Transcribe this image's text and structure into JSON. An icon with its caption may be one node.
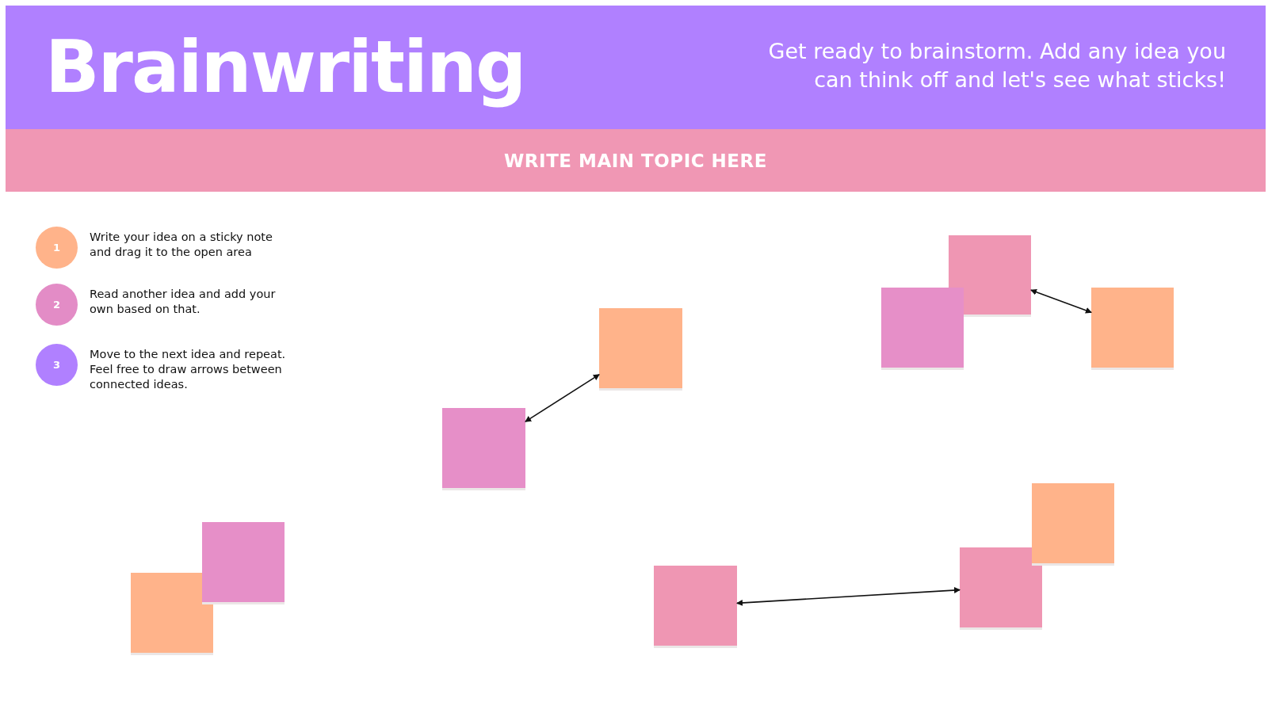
{
  "diagram": {
    "title": "Brainwriting",
    "nodes": [
      {
        "text": [
          "WRITE MAIN TOPIC HERE"
        ]
      },
      {
        "text": [
          "1"
        ],
        "beside": [
          "Write your idea on a sticky note and drag it to the open area"
        ]
      },
      {
        "text": [
          "2"
        ],
        "beside": [
          "Read another idea and add your own based on that."
        ]
      },
      {
        "text": [
          "3"
        ],
        "beside": [
          "Move to the next idea and repeat. Feel free to draw arrows between connected ideas."
        ]
      },
      {
        "text": [],
        "shape": "box"
      },
      {
        "text": [],
        "shape": "box"
      },
      {
        "text": [],
        "shape": "box"
      },
      {
        "text": [],
        "shape": "box"
      },
      {
        "text": [],
        "shape": "box"
      },
      {
        "text": [],
        "shape": "box"
      },
      {
        "text": [],
        "shape": "box"
      },
      {
        "text": [],
        "shape": "box"
      },
      {
        "text": [],
        "shape": "box"
      },
      {
        "text": [],
        "shape": "box"
      }
    ],
    "edges": [
      {
        "from": 6,
        "to": 7,
        "arrow": "both"
      },
      {
        "from": 10,
        "to": 13,
        "arrow": "both"
      },
      {
        "from": 8,
        "to": 11,
        "arrow": "both"
      }
    ],
    "labels": [
      "Get ready to brainstorm. Add any idea you can think off and let's see what sticks!"
    ]
  }
}
